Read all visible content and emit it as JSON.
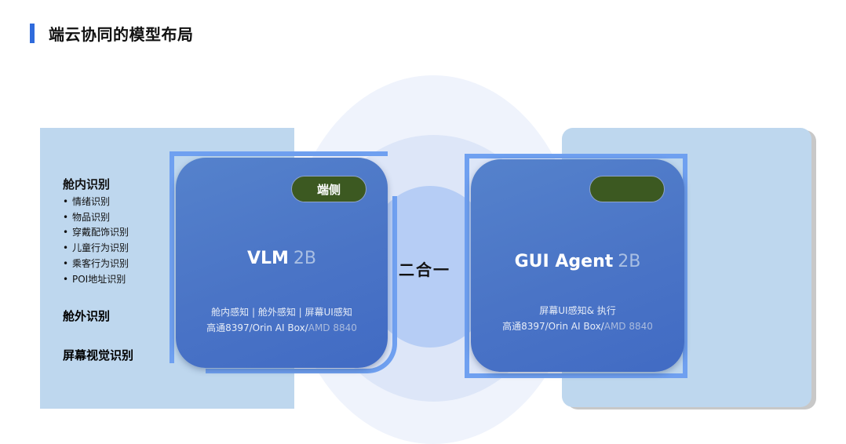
{
  "title": "端云协同的模型布局",
  "left_panel": {
    "sections": [
      {
        "heading": "舱内识别",
        "items": [
          "情绪识别",
          "物品识别",
          "穿戴配饰识别",
          "儿童行为识别",
          "乘客行为识别",
          "POI地址识别"
        ]
      },
      {
        "heading": "舱外识别",
        "items": []
      },
      {
        "heading": "屏幕视觉识别",
        "items": []
      }
    ]
  },
  "cards": [
    {
      "badge": "端侧",
      "name": "VLM",
      "size": "2B",
      "line1": "舱内感知 | 舱外感知 | 屏幕UI感知",
      "line2_main": "高通8397/Orin AI Box/",
      "line2_muted": "AMD 8840"
    },
    {
      "badge": "",
      "name": "GUI Agent",
      "size": "2B",
      "line1": "屏幕UI感知& 执行",
      "line2_main": "高通8397/Orin AI Box/",
      "line2_muted": "AMD 8840"
    }
  ],
  "merge_label": "二合一",
  "colors": {
    "accent": "#2f6bdc",
    "panel": "#bed7ee",
    "card": "#4a74c6",
    "frame": "#6fa0f0",
    "badge": "#3c5921"
  }
}
